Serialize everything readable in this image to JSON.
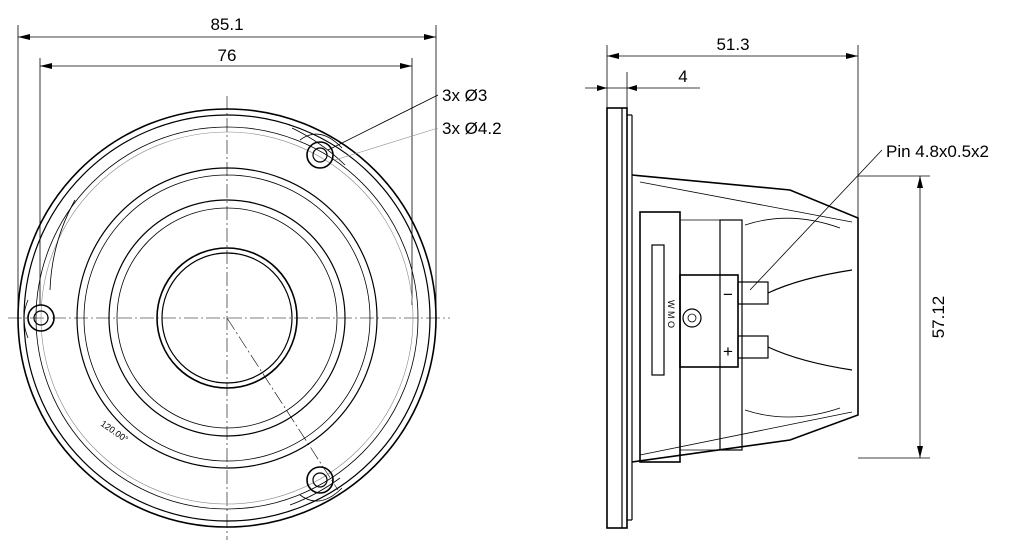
{
  "front_view": {
    "dim_outer": "85.1",
    "dim_inner": "76",
    "callout_small_hole": "3x Ø3",
    "callout_large_hole": "3x Ø4.2",
    "angle_label": "120.00°"
  },
  "side_view": {
    "dim_depth": "51.3",
    "dim_flange": "4",
    "callout_pin": "Pin 4.8x0.5x2",
    "dim_height": "57.12",
    "polarity_minus": "−",
    "polarity_plus": "+",
    "vertical_mark": "W M O"
  }
}
